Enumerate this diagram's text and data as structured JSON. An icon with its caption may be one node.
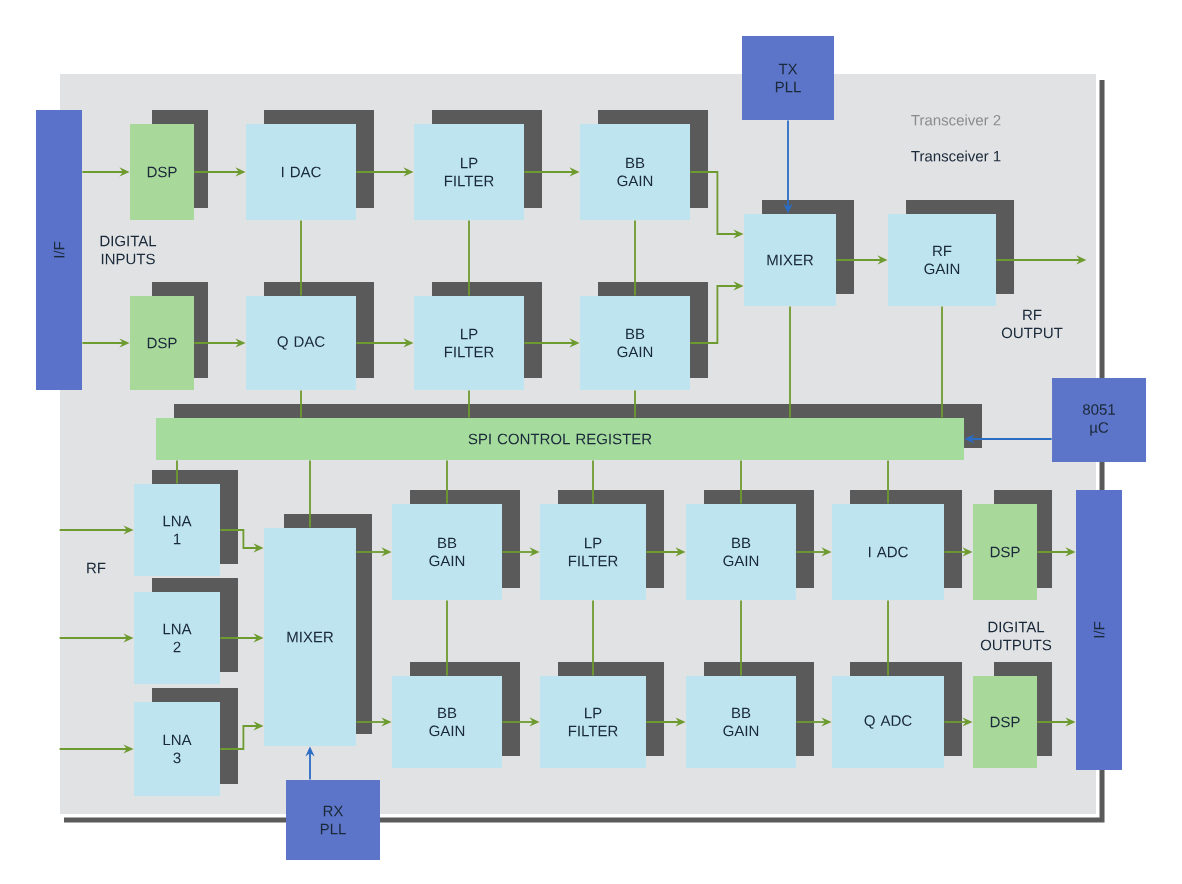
{
  "diagram": {
    "nodes": [
      {
        "text": [
          "I/F"
        ]
      },
      {
        "text": [
          "DSP"
        ]
      },
      {
        "text": [
          "I DAC"
        ]
      },
      {
        "text": [
          "LP FILTER"
        ]
      },
      {
        "text": [
          "BB GAIN"
        ]
      },
      {
        "text": [
          "TX PLL"
        ]
      },
      {
        "text": [
          "MIXER"
        ]
      },
      {
        "text": [
          "RF GAIN"
        ]
      },
      {
        "text": [
          "DSP"
        ]
      },
      {
        "text": [
          "Q DAC"
        ]
      },
      {
        "text": [
          "LP FILTER"
        ]
      },
      {
        "text": [
          "BB GAIN"
        ]
      },
      {
        "text": [
          "SPI CONTROL REGISTER"
        ]
      },
      {
        "text": [
          "8051 µC"
        ]
      },
      {
        "text": [
          "LNA 1"
        ]
      },
      {
        "text": [
          "LNA 2"
        ]
      },
      {
        "text": [
          "LNA 3"
        ]
      },
      {
        "text": [
          "MIXER"
        ]
      },
      {
        "text": [
          "RX PLL"
        ]
      },
      {
        "text": [
          "BB GAIN"
        ]
      },
      {
        "text": [
          "LP FILTER"
        ]
      },
      {
        "text": [
          "BB GAIN"
        ]
      },
      {
        "text": [
          "I ADC"
        ]
      },
      {
        "text": [
          "DSP"
        ]
      },
      {
        "text": [
          "BB GAIN"
        ]
      },
      {
        "text": [
          "LP FILTER"
        ]
      },
      {
        "text": [
          "BB GAIN"
        ]
      },
      {
        "text": [
          "Q ADC"
        ]
      },
      {
        "text": [
          "DSP"
        ]
      },
      {
        "text": [
          "I/F"
        ]
      }
    ],
    "edges": [
      {
        "from": 0,
        "to": 1,
        "arrow": "to"
      },
      {
        "from": 1,
        "to": 2,
        "arrow": "to"
      },
      {
        "from": 2,
        "to": 3,
        "arrow": "to"
      },
      {
        "from": 3,
        "to": 4,
        "arrow": "to"
      },
      {
        "from": 4,
        "to": 6,
        "arrow": "to"
      },
      {
        "from": 0,
        "to": 8,
        "arrow": "to"
      },
      {
        "from": 8,
        "to": 9,
        "arrow": "to"
      },
      {
        "from": 9,
        "to": 10,
        "arrow": "to"
      },
      {
        "from": 10,
        "to": 11,
        "arrow": "to"
      },
      {
        "from": 11,
        "to": 6,
        "arrow": "to"
      },
      {
        "from": 5,
        "to": 6,
        "arrow": "to",
        "color": "#2b6cc4"
      },
      {
        "from": 6,
        "to": 7,
        "arrow": "to"
      },
      {
        "from": 7,
        "to": null,
        "arrow": "to"
      },
      {
        "from": 2,
        "to": 9,
        "arrow": "none"
      },
      {
        "from": 3,
        "to": 10,
        "arrow": "none"
      },
      {
        "from": 4,
        "to": 11,
        "arrow": "none"
      },
      {
        "from": 9,
        "to": 12,
        "arrow": "none"
      },
      {
        "from": 10,
        "to": 12,
        "arrow": "none"
      },
      {
        "from": 11,
        "to": 12,
        "arrow": "none"
      },
      {
        "from": 6,
        "to": 12,
        "arrow": "none"
      },
      {
        "from": 7,
        "to": 12,
        "arrow": "none"
      },
      {
        "from": 13,
        "to": 12,
        "arrow": "to",
        "color": "#2b6cc4"
      },
      {
        "from": null,
        "to": 14,
        "arrow": "to"
      },
      {
        "from": null,
        "to": 15,
        "arrow": "to"
      },
      {
        "from": null,
        "to": 16,
        "arrow": "to"
      },
      {
        "from": 14,
        "to": 17,
        "arrow": "to"
      },
      {
        "from": 15,
        "to": 17,
        "arrow": "to"
      },
      {
        "from": 16,
        "to": 17,
        "arrow": "to"
      },
      {
        "from": 18,
        "to": 17,
        "arrow": "to",
        "color": "#2b6cc4"
      },
      {
        "from": 17,
        "to": 19,
        "arrow": "to"
      },
      {
        "from": 19,
        "to": 20,
        "arrow": "to"
      },
      {
        "from": 20,
        "to": 21,
        "arrow": "to"
      },
      {
        "from": 21,
        "to": 22,
        "arrow": "to"
      },
      {
        "from": 22,
        "to": 23,
        "arrow": "to"
      },
      {
        "from": 23,
        "to": 29,
        "arrow": "to"
      },
      {
        "from": 17,
        "to": 24,
        "arrow": "to"
      },
      {
        "from": 24,
        "to": 25,
        "arrow": "to"
      },
      {
        "from": 25,
        "to": 26,
        "arrow": "to"
      },
      {
        "from": 26,
        "to": 27,
        "arrow": "to"
      },
      {
        "from": 27,
        "to": 28,
        "arrow": "to"
      },
      {
        "from": 28,
        "to": 29,
        "arrow": "to"
      },
      {
        "from": 12,
        "to": 14,
        "arrow": "none"
      },
      {
        "from": 12,
        "to": 17,
        "arrow": "none"
      },
      {
        "from": 12,
        "to": 19,
        "arrow": "none"
      },
      {
        "from": 19,
        "to": 24,
        "arrow": "none"
      },
      {
        "from": 12,
        "to": 20,
        "arrow": "none"
      },
      {
        "from": 20,
        "to": 25,
        "arrow": "none"
      },
      {
        "from": 12,
        "to": 21,
        "arrow": "none"
      },
      {
        "from": 21,
        "to": 26,
        "arrow": "none"
      },
      {
        "from": 12,
        "to": 22,
        "arrow": "none"
      },
      {
        "from": 22,
        "to": 27,
        "arrow": "none"
      }
    ],
    "labels": [
      "Transceiver 2",
      "Transceiver 1",
      "DIGITAL INPUTS",
      "RF OUTPUT",
      "RF",
      "DIGITAL OUTPUTS"
    ]
  }
}
